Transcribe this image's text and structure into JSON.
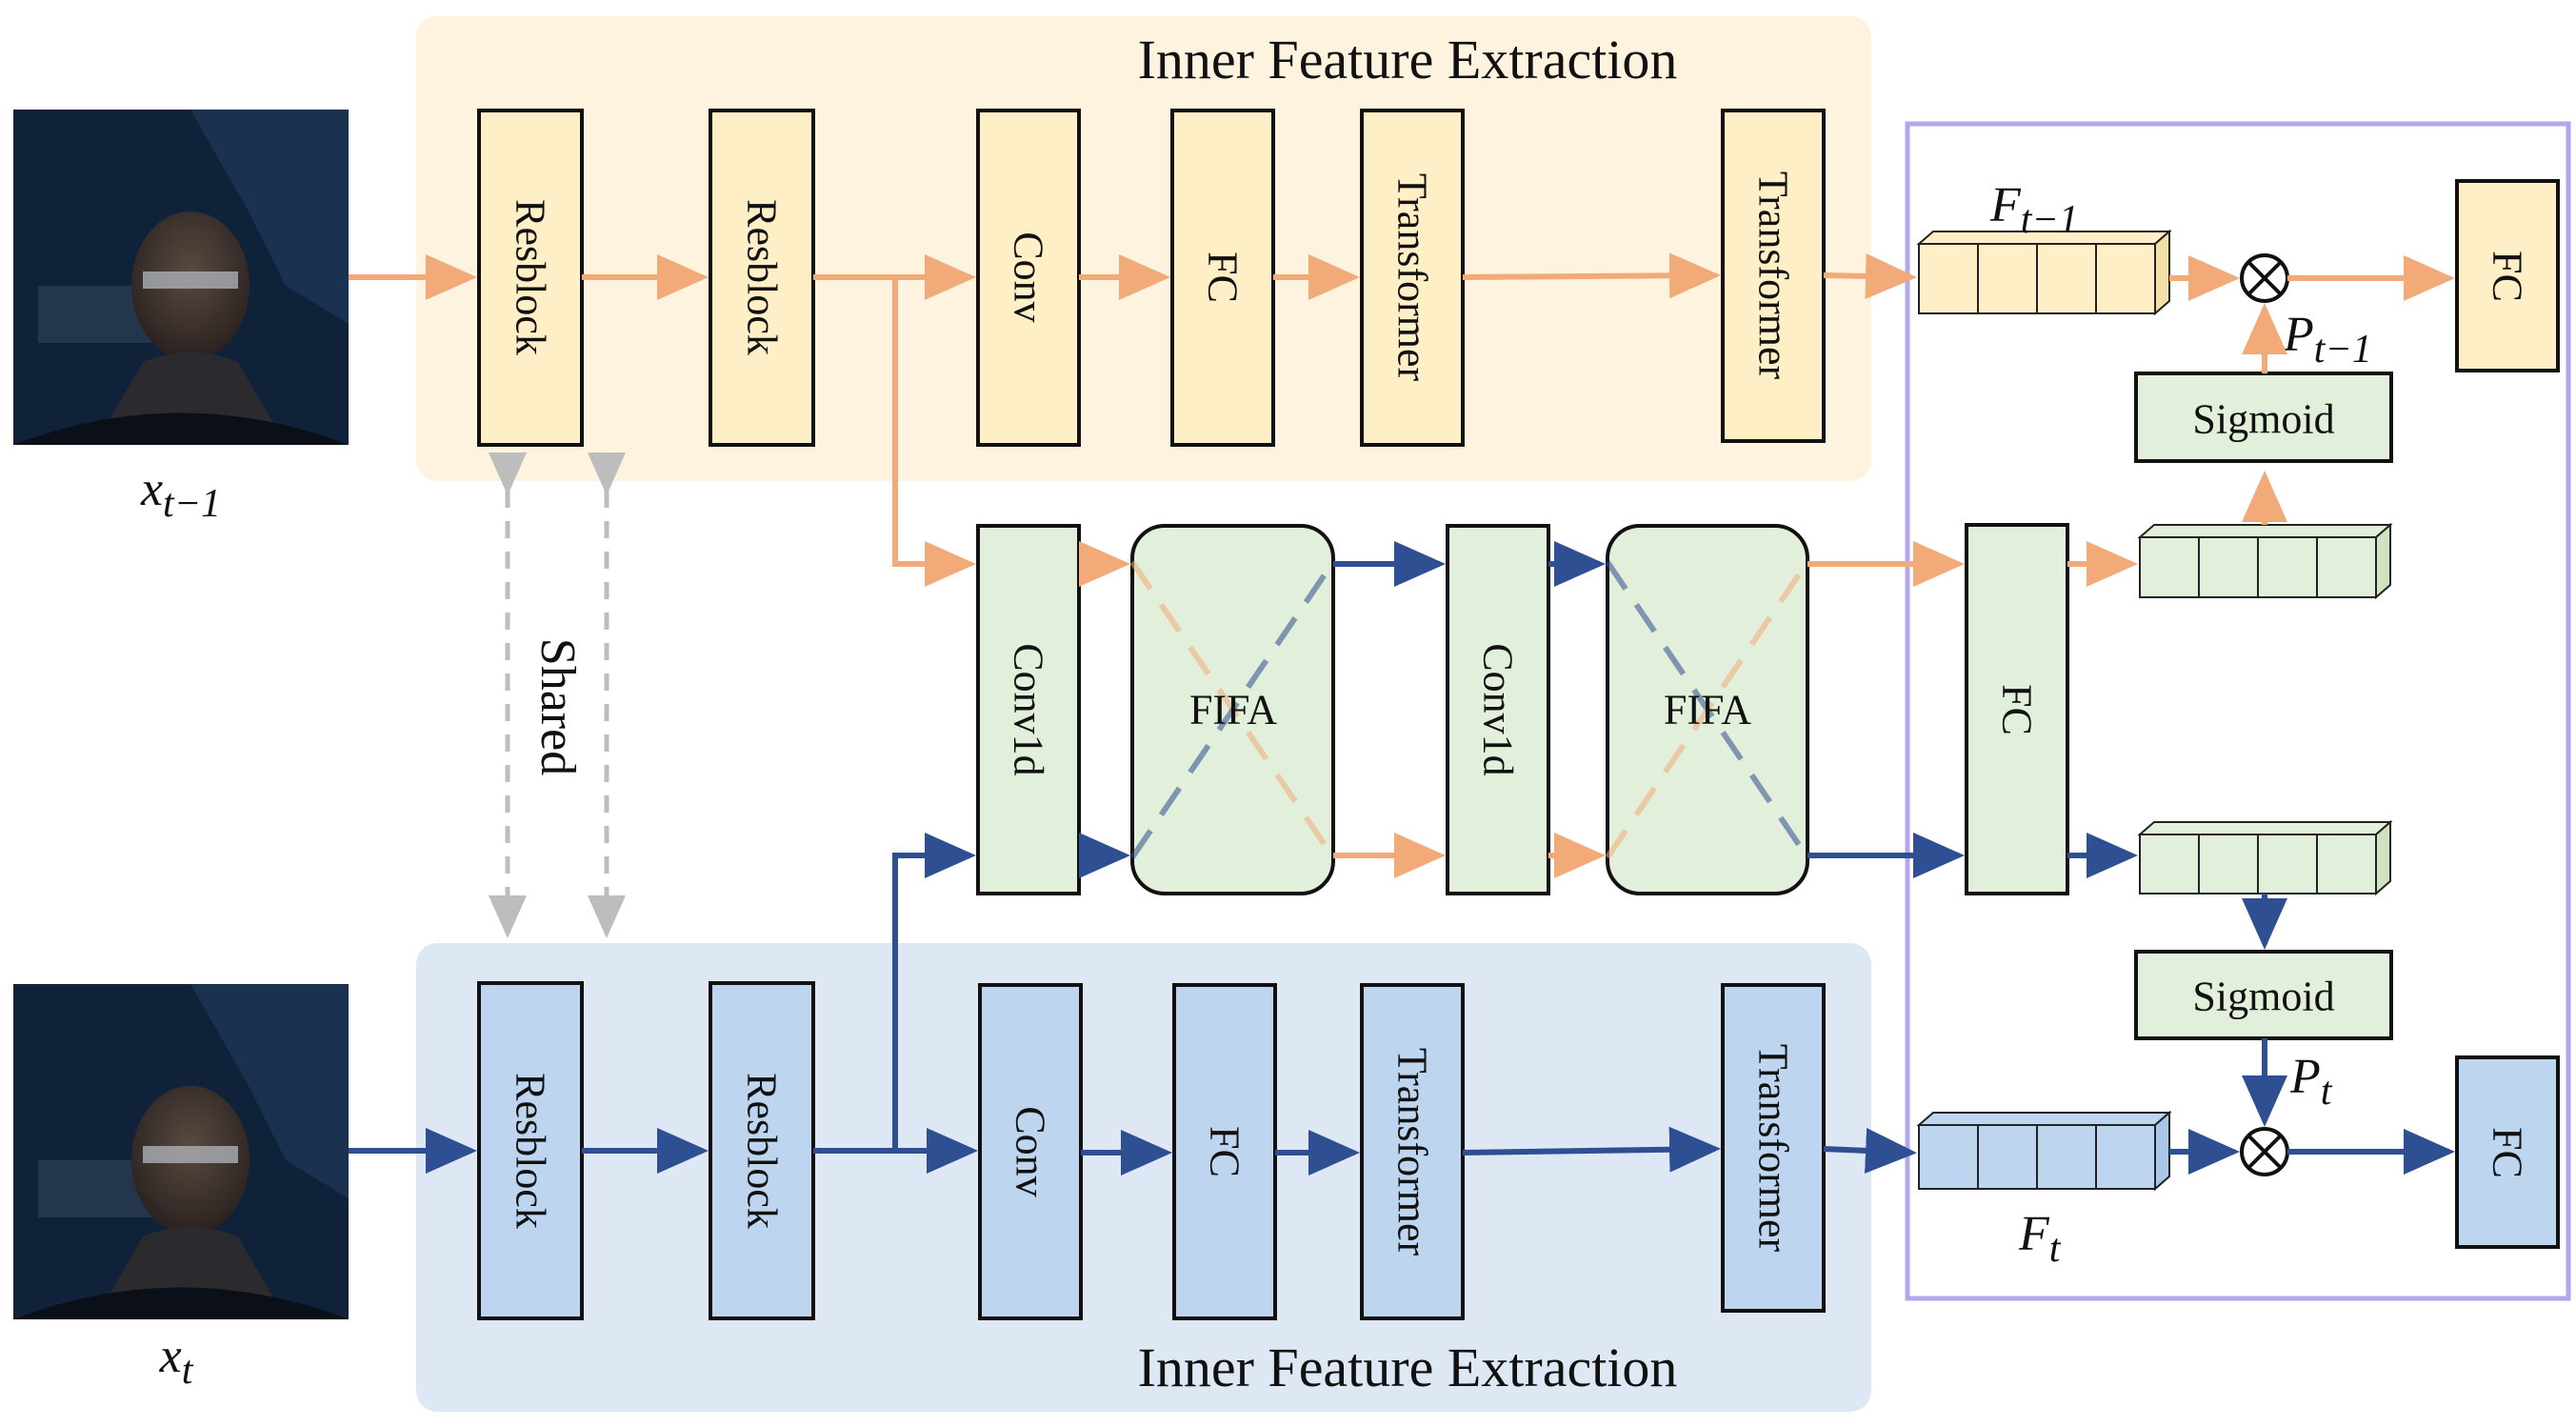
{
  "colors": {
    "orange": "#F2AB78",
    "blue": "#2F4F93",
    "gray": "#BDBDBD",
    "yellow_panel": "#FEF3DE",
    "yellow_block": "#FFEFC6",
    "blue_panel": "#DEE8F4",
    "blue_block": "#BDD5EE",
    "green_block": "#E2EFDA",
    "purple_border": "#B3A6EE"
  },
  "titles": {
    "top": "Inner Feature Extraction",
    "bottom": "Inner Feature Extraction"
  },
  "inputs": {
    "top_label": "x",
    "top_sub": "t−1",
    "bottom_label": "x",
    "bottom_sub": "t"
  },
  "shared": "Shared",
  "blocks": {
    "top": [
      "Resblock",
      "Resblock",
      "Conv",
      "FC",
      "Transformer",
      "Transformer"
    ],
    "bottom": [
      "Resblock",
      "Resblock",
      "Conv",
      "FC",
      "Transformer",
      "Transformer"
    ],
    "middle": {
      "conv1d_1": "Conv1d",
      "fifa_1": "FIFA",
      "conv1d_2": "Conv1d",
      "fifa_2": "FIFA",
      "fc": "FC"
    }
  },
  "right_panel": {
    "f_top": "F",
    "f_top_sub": "t−1",
    "f_bottom": "F",
    "f_bottom_sub": "t",
    "p_top": "P",
    "p_top_sub": "t−1",
    "p_bottom": "P",
    "p_bottom_sub": "t",
    "sigmoid_top": "Sigmoid",
    "sigmoid_bottom": "Sigmoid",
    "fc_top": "FC",
    "fc_bottom": "FC",
    "multiply": "⊗"
  }
}
